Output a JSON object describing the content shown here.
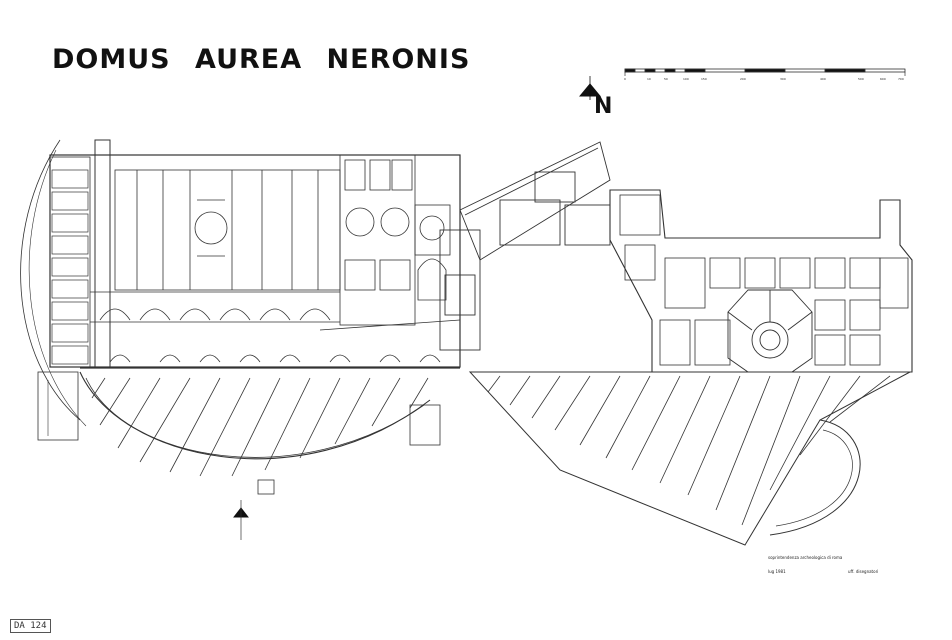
{
  "title": "DOMUS AUREA NERONIS",
  "north_label": "N",
  "scale_bar": {
    "tick_labels": [
      "0",
      "10",
      "50",
      "100",
      "150",
      "200",
      "300",
      "400",
      "500",
      "600",
      "700"
    ]
  },
  "notes": {
    "office": "soprintendenza archeologica di roma",
    "date": "lug 1981",
    "author": "uff. disegnatori"
  },
  "catalog_tag": "DA 124",
  "colors": {
    "ink": "#111111",
    "line": "#333333",
    "paper": "#ffffff"
  },
  "icons": {
    "north_arrow": "triangle-up",
    "entrance_marker": "triangle-up"
  }
}
